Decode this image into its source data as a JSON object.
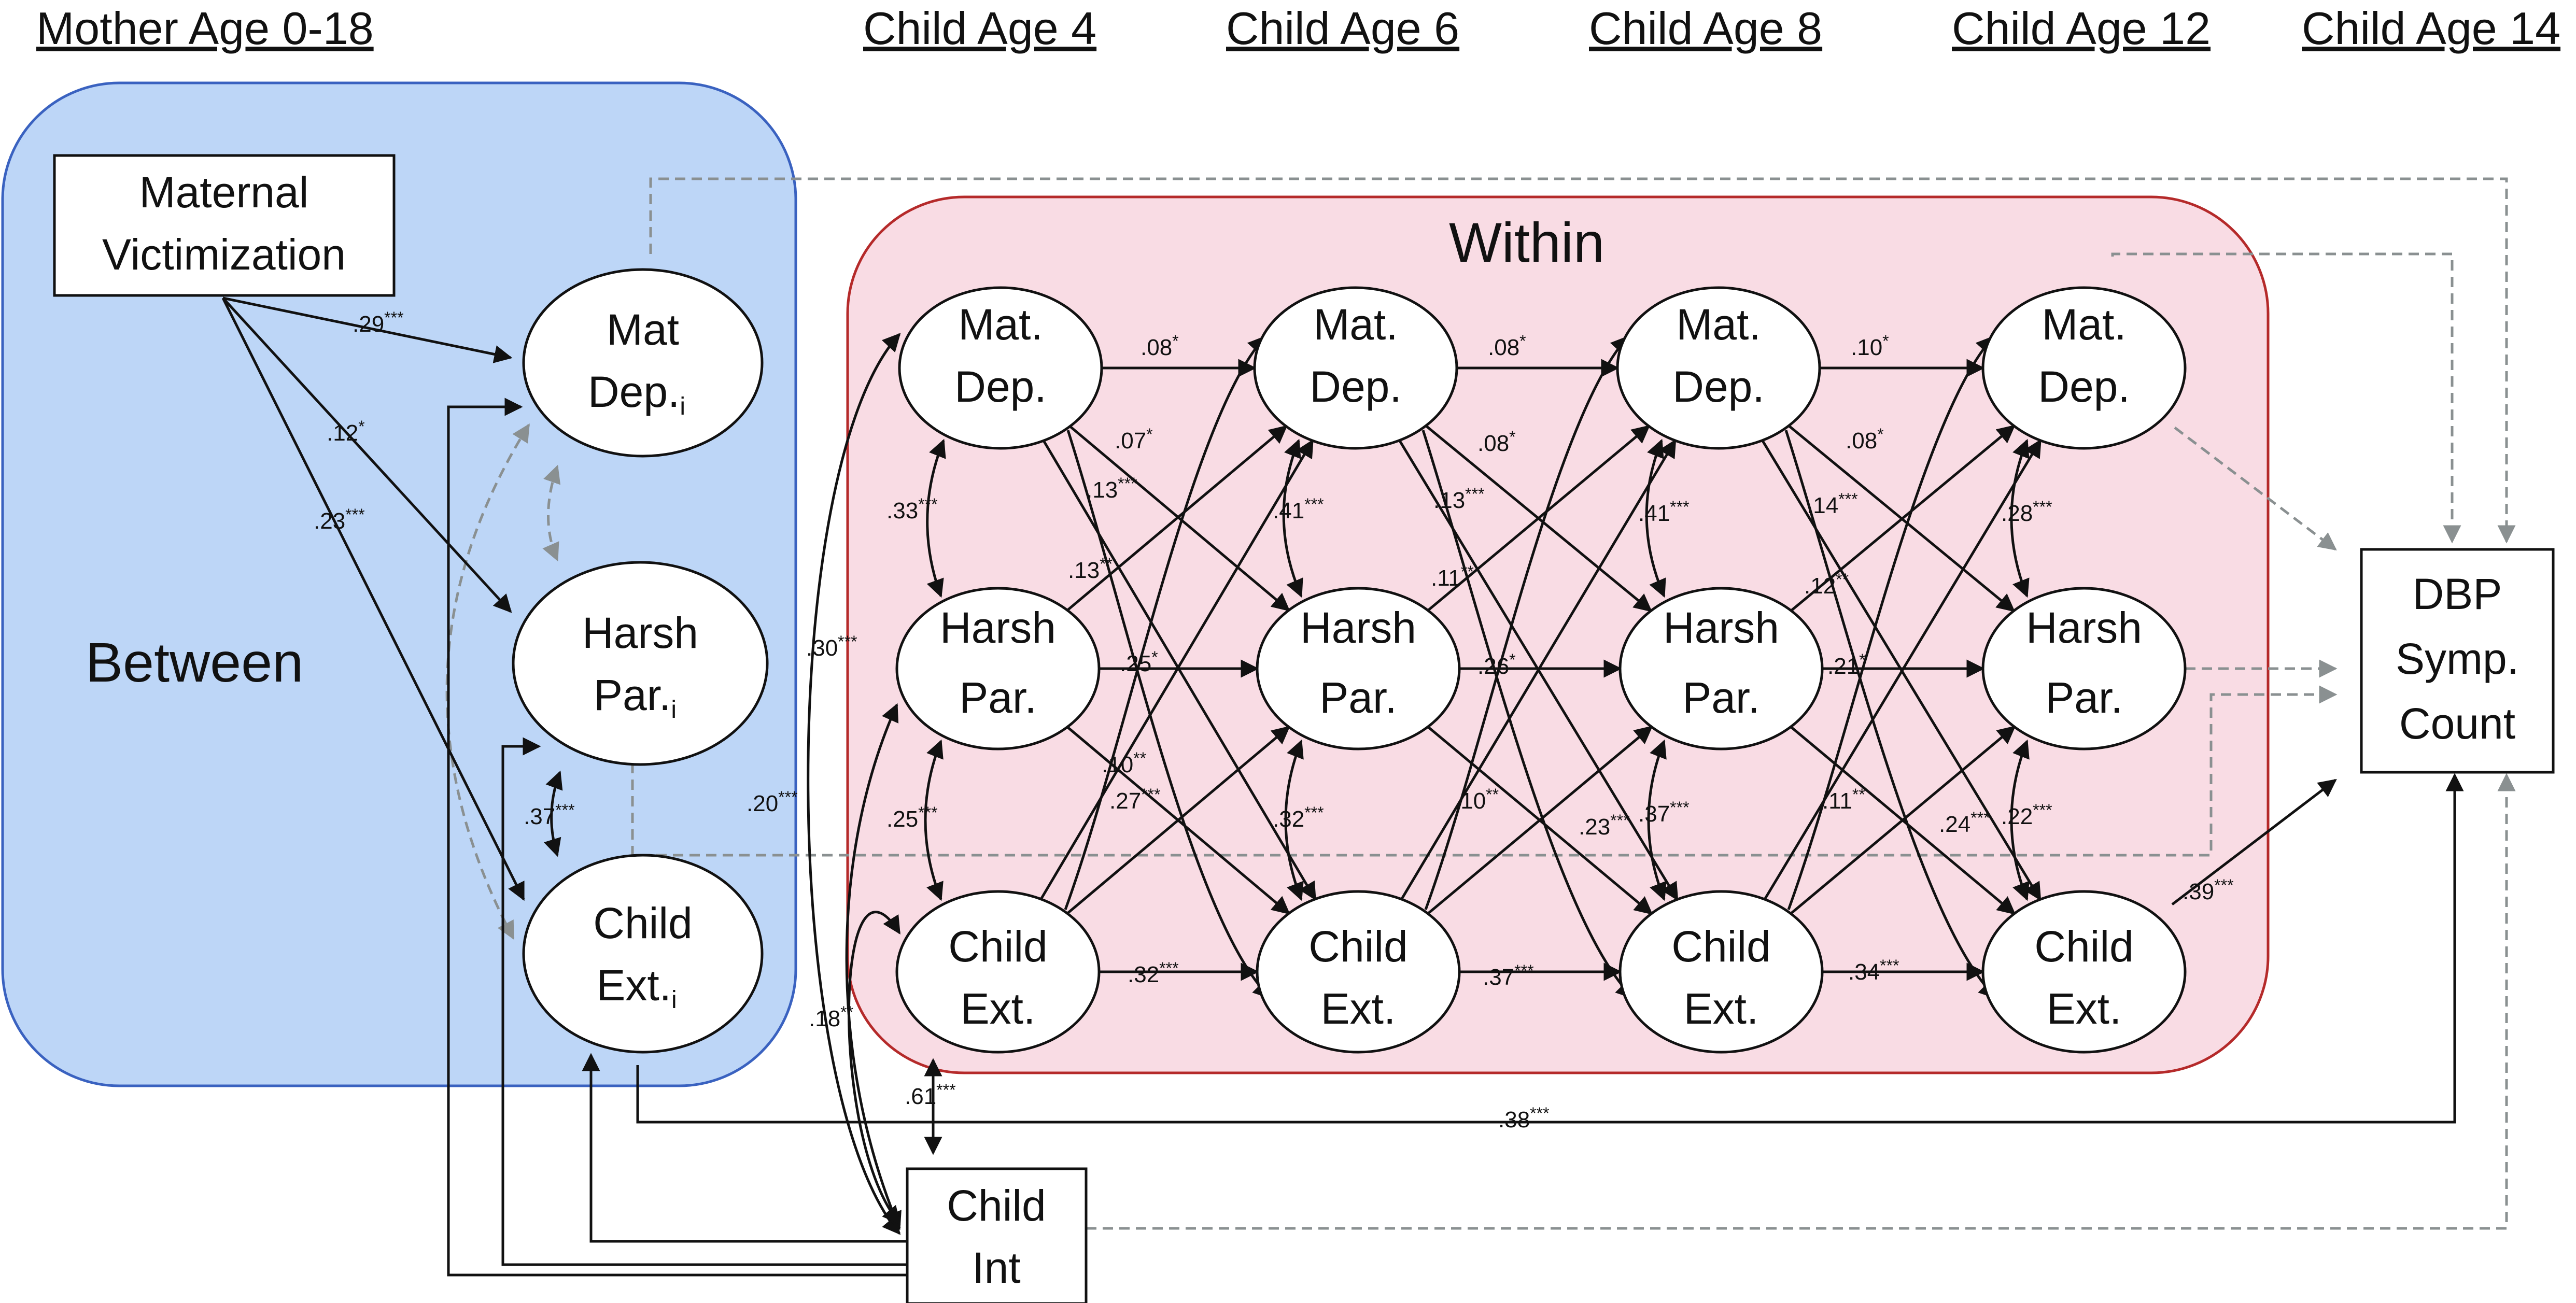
{
  "headers": {
    "mother": "Mother Age 0-18",
    "age4": "Child Age 4",
    "age6": "Child Age 6",
    "age8": "Child Age 8",
    "age12": "Child Age 12",
    "age14": "Child Age 14"
  },
  "panels": {
    "between": "Between",
    "within": "Within"
  },
  "colors": {
    "between_fill": "#bdd6f7",
    "between_stroke": "#3a62c0",
    "within_fill": "#f9dce4",
    "within_stroke": "#b52a2a",
    "arrow_solid": "#111111",
    "arrow_dashed": "#8a9091"
  },
  "nodes": {
    "maternal_victimization": [
      "Maternal",
      "Victimization"
    ],
    "between_mat_dep": [
      "Mat",
      "Dep.",
      "i"
    ],
    "between_harsh_par": [
      "Harsh",
      "Par.",
      "i"
    ],
    "between_child_ext": [
      "Child",
      "Ext.",
      "i"
    ],
    "within_mat_dep": [
      "Mat.",
      "Dep."
    ],
    "within_harsh_par": [
      "Harsh",
      "Par."
    ],
    "within_child_ext": [
      "Child",
      "Ext."
    ],
    "child_int": [
      "Child",
      "Int"
    ],
    "dbp": [
      "DBP",
      "Symp.",
      "Count"
    ]
  },
  "coefficients": {
    "mv_md": [
      ".29",
      "***"
    ],
    "mv_hp": [
      ".12",
      "*"
    ],
    "mv_ce": [
      ".23",
      "***"
    ],
    "b_hp_ce": [
      ".37",
      "***"
    ],
    "ci_md4": [
      ".30",
      "***"
    ],
    "ci_ce4": [
      ".20",
      "***"
    ],
    "ci_cx": [
      ".18",
      "**"
    ],
    "ci_ce_b": [
      ".61",
      "***"
    ],
    "ce_dbp_direct": [
      ".38",
      "***"
    ],
    "ce12_dbp": [
      ".39",
      "***"
    ],
    "a4_md_md": [
      ".08",
      "*"
    ],
    "a4_md_hp": [
      ".07",
      "*"
    ],
    "a4_md_ce": [
      ".13",
      "***"
    ],
    "a4_hp_md": [
      ".13",
      "**"
    ],
    "a4_hp_hp": [
      ".25",
      "*"
    ],
    "a4_ce_md": [
      ".10",
      "**"
    ],
    "a4_ce_hp": [
      ".27",
      "***"
    ],
    "a4_ce_ce": [
      ".32",
      "***"
    ],
    "a4_md_hp_cov": [
      ".33",
      "***"
    ],
    "a4_hp_ce_cov": [
      ".25",
      "***"
    ],
    "a6_md_md": [
      ".08",
      "*"
    ],
    "a6_md_hp": [
      ".08",
      "*"
    ],
    "a6_md_ce": [
      ".13",
      "***"
    ],
    "a6_hp_md": [
      ".11",
      "**"
    ],
    "a6_hp_hp": [
      ".26",
      "*"
    ],
    "a6_ce_md": [
      ".10",
      "**"
    ],
    "a6_ce_hp": [
      ".23",
      "***"
    ],
    "a6_ce_ce": [
      ".37",
      "***"
    ],
    "a6_md_hp_cov": [
      ".41",
      "***"
    ],
    "a6_hp_ce_cov": [
      ".32",
      "***"
    ],
    "a8_md_md": [
      ".10",
      "*"
    ],
    "a8_md_hp": [
      ".08",
      "*"
    ],
    "a8_md_ce": [
      ".14",
      "***"
    ],
    "a8_hp_md": [
      ".12",
      "**"
    ],
    "a8_hp_hp": [
      ".21",
      "*"
    ],
    "a8_ce_md": [
      ".11",
      "**"
    ],
    "a8_ce_hp": [
      ".24",
      "***"
    ],
    "a8_ce_ce": [
      ".34",
      "***"
    ],
    "a8_md_hp_cov": [
      ".41",
      "***"
    ],
    "a8_hp_ce_cov": [
      ".37",
      "***"
    ],
    "a12_md_hp_cov": [
      ".28",
      "***"
    ],
    "a12_hp_ce_cov": [
      ".22",
      "***"
    ]
  }
}
